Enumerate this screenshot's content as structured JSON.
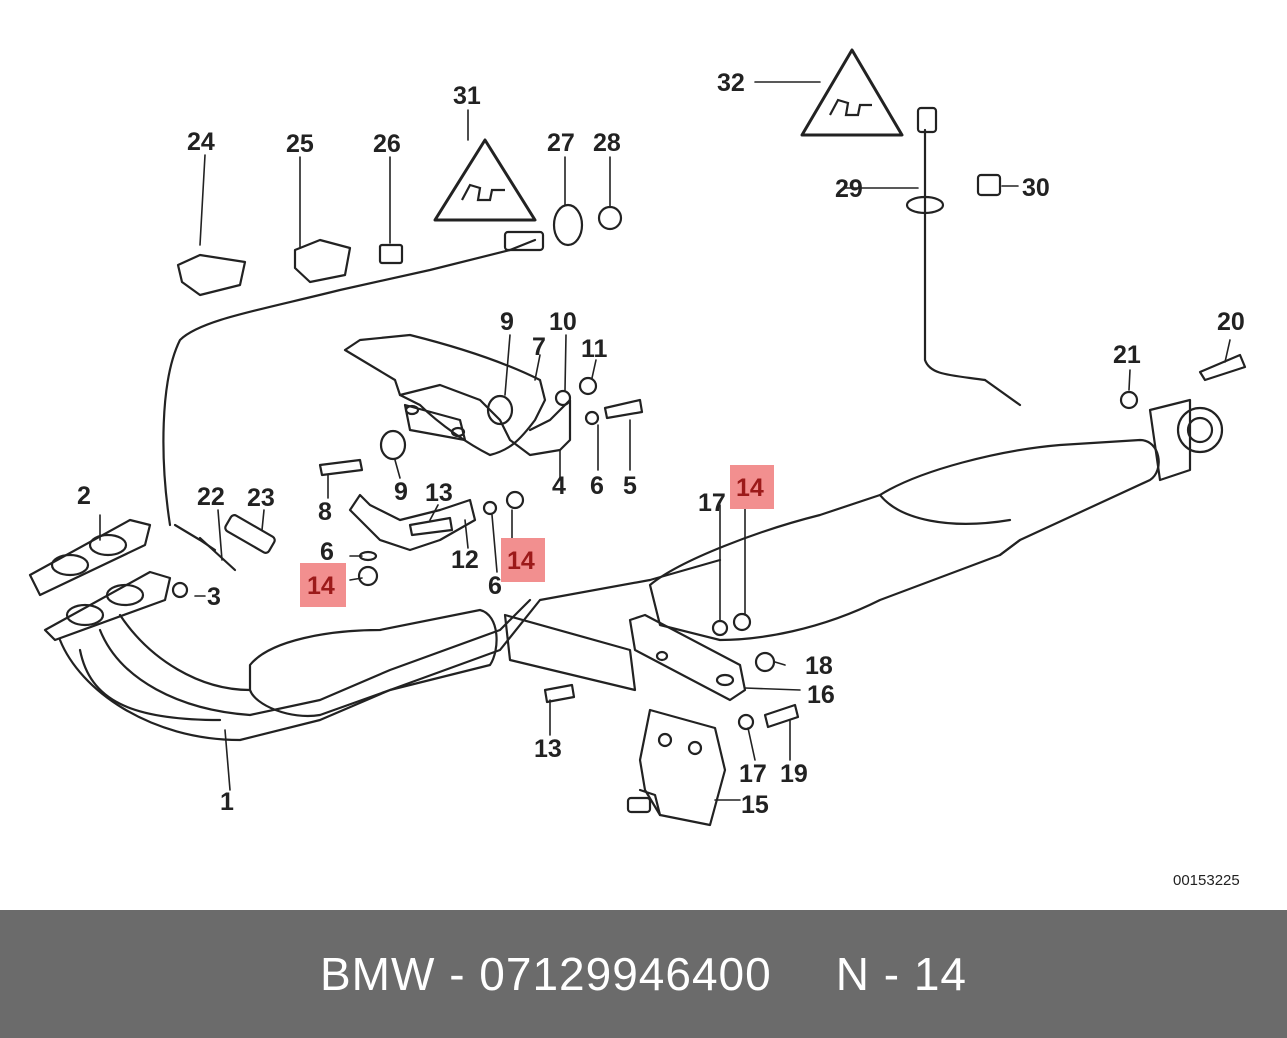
{
  "callouts": [
    "1",
    "2",
    "3",
    "4",
    "5",
    "6",
    "6",
    "6",
    "7",
    "8",
    "9",
    "9",
    "10",
    "11",
    "12",
    "13",
    "13",
    "14",
    "14",
    "14",
    "15",
    "16",
    "17",
    "17",
    "18",
    "19",
    "20",
    "21",
    "22",
    "23",
    "24",
    "25",
    "26",
    "27",
    "28",
    "29",
    "30",
    "31",
    "32"
  ],
  "highlight_color": "#f28f8f",
  "diagram_code": "00153225",
  "footer": {
    "brand": "BMW",
    "sep1": "-",
    "part_number": "07129946400",
    "position_label": "N",
    "sep2": "-",
    "position_number": "14"
  },
  "icons": [
    "warning-triangle-plug-icon"
  ]
}
